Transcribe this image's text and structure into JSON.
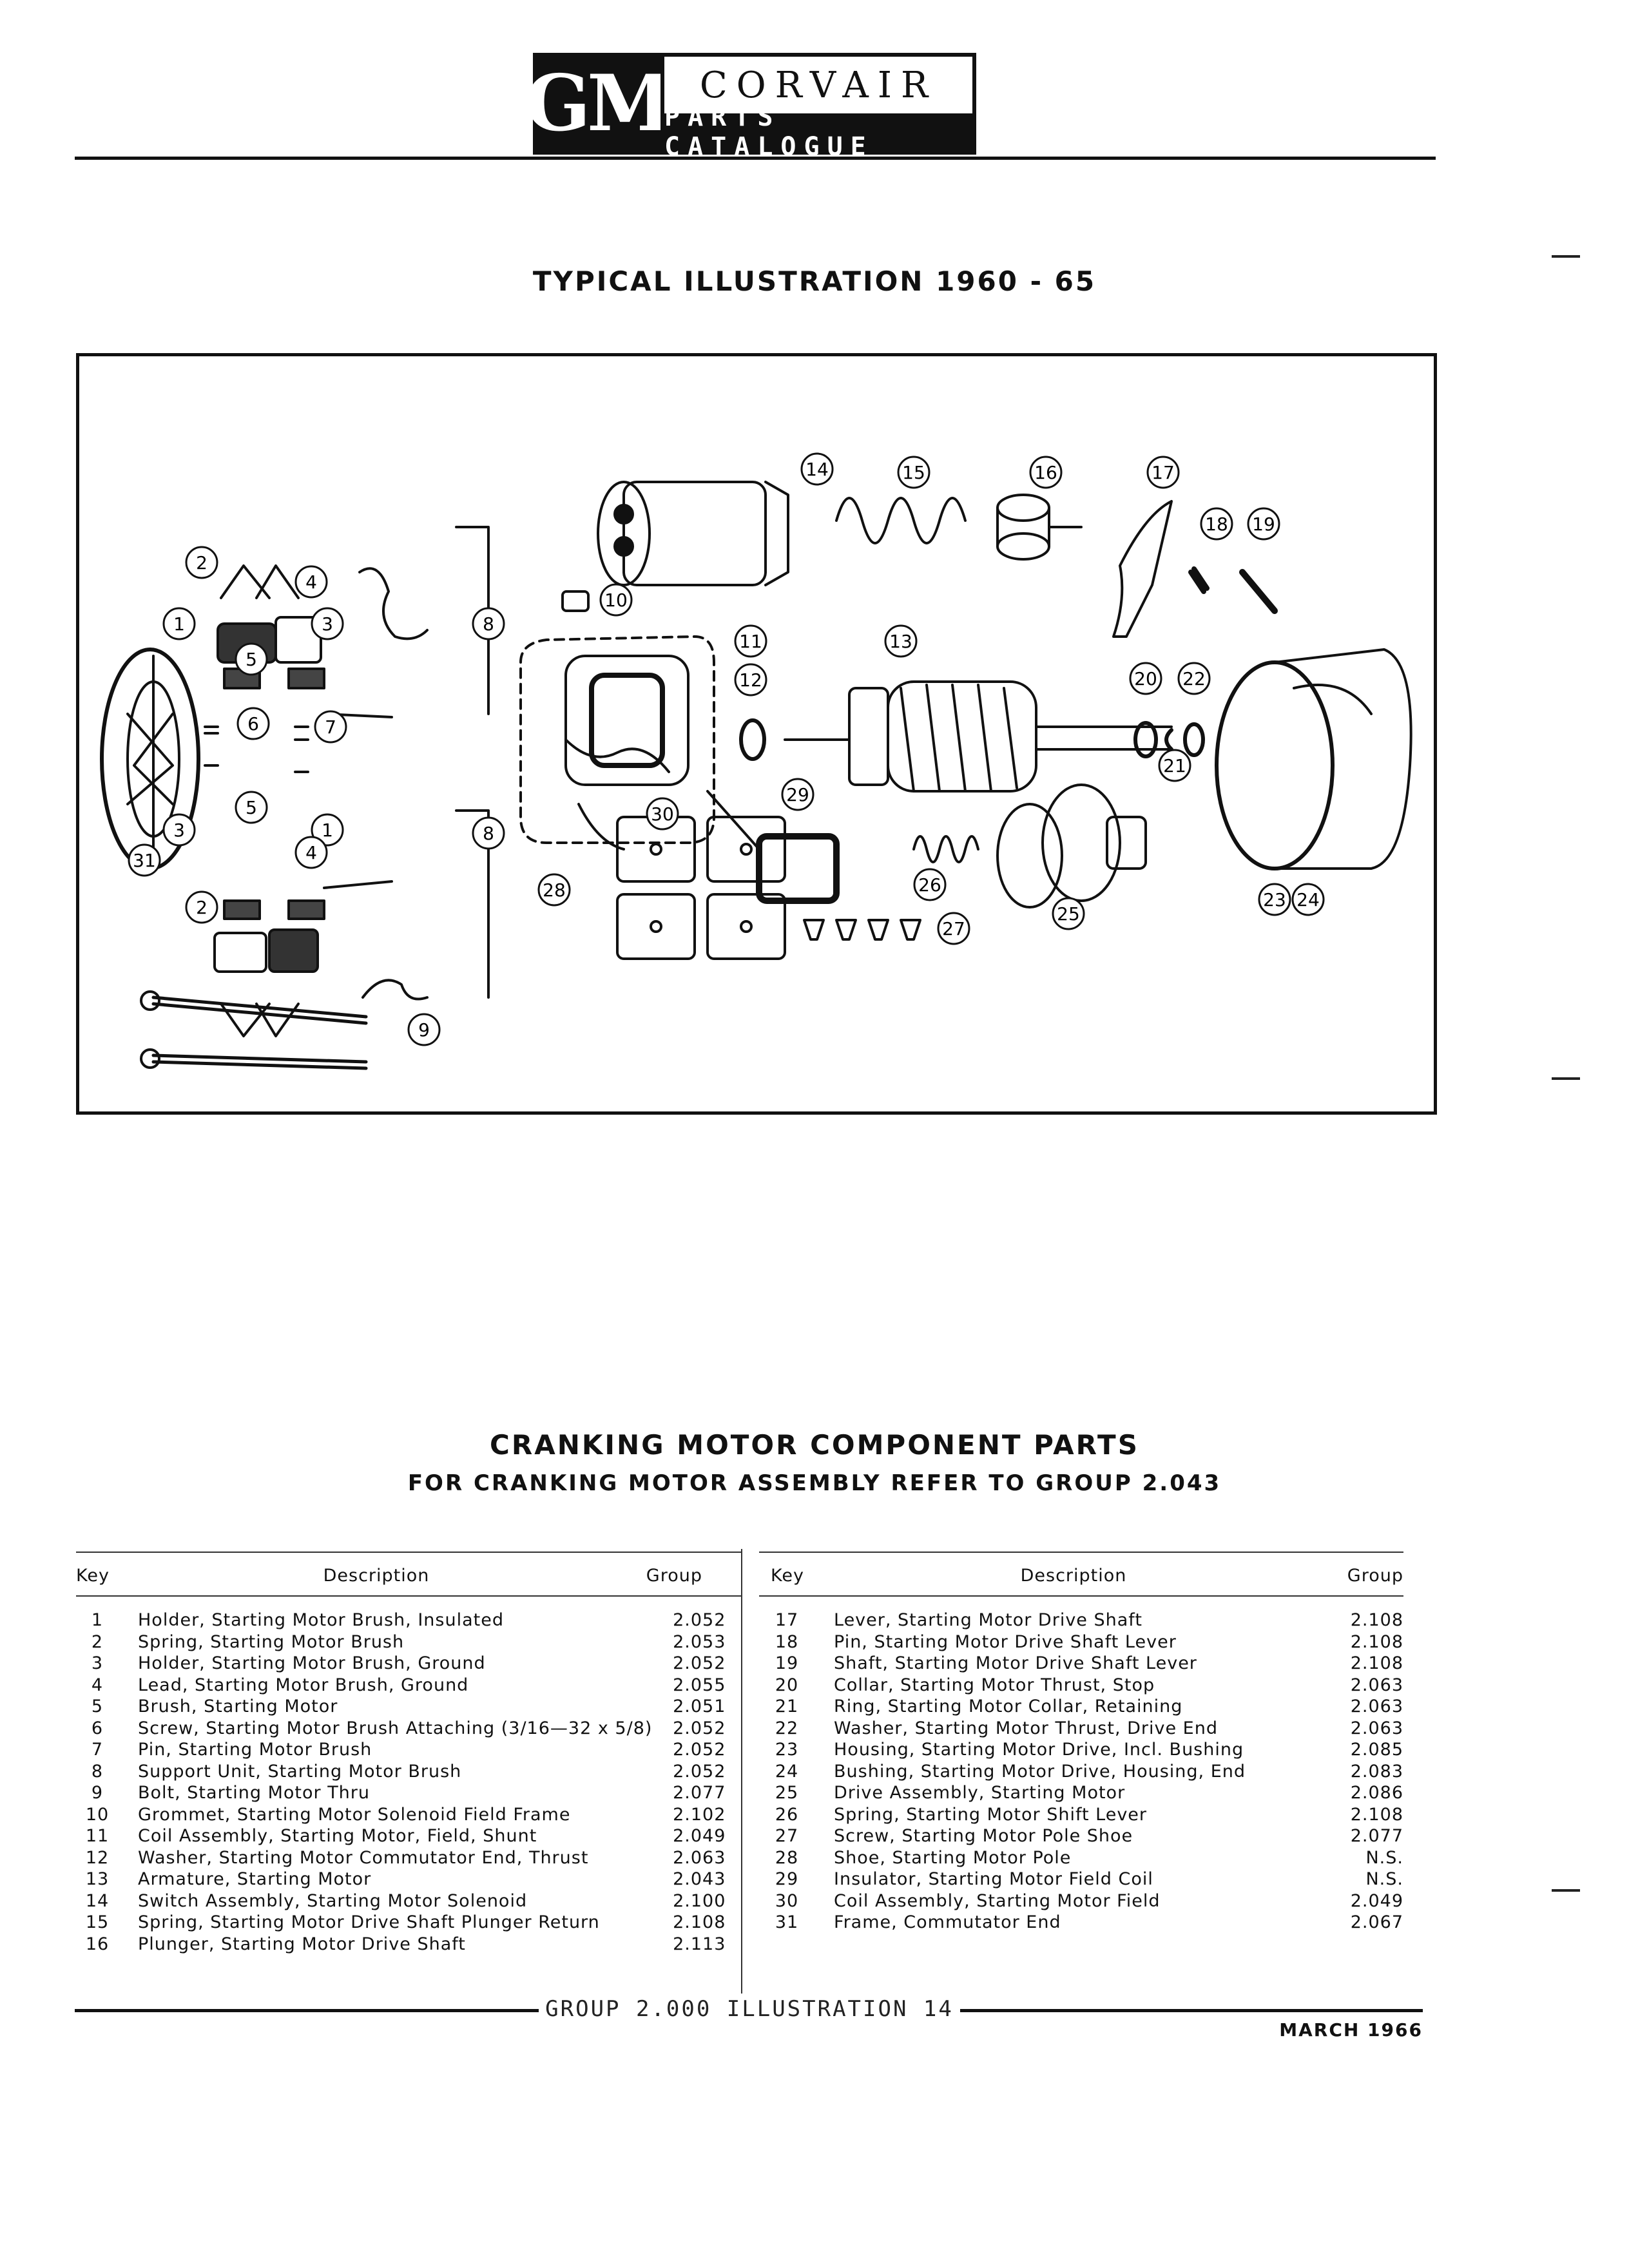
{
  "header": {
    "logo_left": "GM",
    "logo_top": "CORVAIR",
    "logo_bottom": "PARTS CATALOGUE"
  },
  "illustration": {
    "title": "TYPICAL ILLUSTRATION 1960 - 65",
    "callouts": [
      "1",
      "2",
      "3",
      "4",
      "5",
      "6",
      "7",
      "8",
      "9",
      "10",
      "11",
      "12",
      "13",
      "14",
      "15",
      "16",
      "17",
      "18",
      "19",
      "20",
      "21",
      "22",
      "23",
      "24",
      "25",
      "26",
      "27",
      "28",
      "29",
      "30",
      "31"
    ]
  },
  "component": {
    "title": "CRANKING MOTOR COMPONENT PARTS",
    "subtitle": "FOR CRANKING MOTOR ASSEMBLY REFER TO GROUP 2.043"
  },
  "table": {
    "headers": {
      "key": "Key",
      "description": "Description",
      "group": "Group"
    },
    "left": [
      {
        "key": "1",
        "description": "Holder, Starting Motor Brush, Insulated",
        "group": "2.052"
      },
      {
        "key": "2",
        "description": "Spring, Starting Motor Brush",
        "group": "2.053"
      },
      {
        "key": "3",
        "description": "Holder, Starting Motor Brush, Ground",
        "group": "2.052"
      },
      {
        "key": "4",
        "description": "Lead, Starting Motor Brush, Ground",
        "group": "2.055"
      },
      {
        "key": "5",
        "description": "Brush, Starting Motor",
        "group": "2.051"
      },
      {
        "key": "6",
        "description": "Screw, Starting Motor Brush Attaching (3/16—32 x 5/8)",
        "group": "2.052"
      },
      {
        "key": "7",
        "description": "Pin, Starting Motor Brush",
        "group": "2.052"
      },
      {
        "key": "8",
        "description": "Support Unit, Starting Motor Brush",
        "group": "2.052"
      },
      {
        "key": "9",
        "description": "Bolt, Starting Motor Thru",
        "group": "2.077"
      },
      {
        "key": "10",
        "description": "Grommet, Starting Motor Solenoid Field Frame",
        "group": "2.102"
      },
      {
        "key": "11",
        "description": "Coil Assembly, Starting Motor, Field, Shunt",
        "group": "2.049"
      },
      {
        "key": "12",
        "description": "Washer, Starting Motor Commutator End, Thrust",
        "group": "2.063"
      },
      {
        "key": "13",
        "description": "Armature, Starting Motor",
        "group": "2.043"
      },
      {
        "key": "14",
        "description": "Switch Assembly, Starting Motor Solenoid",
        "group": "2.100"
      },
      {
        "key": "15",
        "description": "Spring, Starting Motor Drive Shaft Plunger Return",
        "group": "2.108"
      },
      {
        "key": "16",
        "description": "Plunger, Starting Motor Drive Shaft",
        "group": "2.113"
      }
    ],
    "right": [
      {
        "key": "17",
        "description": "Lever, Starting Motor Drive Shaft",
        "group": "2.108"
      },
      {
        "key": "18",
        "description": "Pin, Starting Motor Drive Shaft Lever",
        "group": "2.108"
      },
      {
        "key": "19",
        "description": "Shaft, Starting Motor Drive Shaft Lever",
        "group": "2.108"
      },
      {
        "key": "20",
        "description": "Collar, Starting Motor Thrust, Stop",
        "group": "2.063"
      },
      {
        "key": "21",
        "description": "Ring, Starting Motor Collar, Retaining",
        "group": "2.063"
      },
      {
        "key": "22",
        "description": "Washer, Starting Motor Thrust, Drive End",
        "group": "2.063"
      },
      {
        "key": "23",
        "description": "Housing, Starting Motor Drive, Incl. Bushing",
        "group": "2.085"
      },
      {
        "key": "24",
        "description": "Bushing, Starting Motor Drive, Housing, End",
        "group": "2.083"
      },
      {
        "key": "25",
        "description": "Drive Assembly, Starting Motor",
        "group": "2.086"
      },
      {
        "key": "26",
        "description": "Spring, Starting Motor Shift Lever",
        "group": "2.108"
      },
      {
        "key": "27",
        "description": "Screw, Starting Motor Pole Shoe",
        "group": "2.077"
      },
      {
        "key": "28",
        "description": "Shoe, Starting Motor Pole",
        "group": "N.S."
      },
      {
        "key": "29",
        "description": "Insulator, Starting Motor Field Coil",
        "group": "N.S."
      },
      {
        "key": "30",
        "description": "Coil Assembly, Starting Motor Field",
        "group": "2.049"
      },
      {
        "key": "31",
        "description": "Frame, Commutator End",
        "group": "2.067"
      }
    ]
  },
  "footer": {
    "text": "GROUP 2.000 ILLUSTRATION 14",
    "date": "MARCH 1966"
  }
}
